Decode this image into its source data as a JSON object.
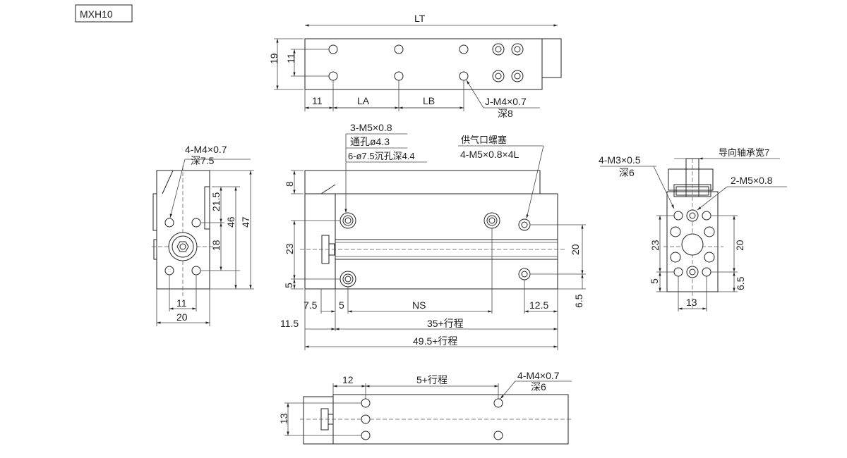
{
  "model": "MXH10",
  "top_view": {
    "lt": "LT",
    "h19": "19",
    "h11": "11",
    "d11": "11",
    "la": "LA",
    "lb": "LB",
    "note1": "J-M4×0.7",
    "note2": "深8"
  },
  "front_view": {
    "c1": "3-M5×0.8",
    "c2": "通孔ø4.3",
    "c3": "6-ø7.5沉孔深4.4",
    "p1": "供气口螺塞",
    "p2": "4-M5×0.8×4L",
    "v8": "8",
    "v23": "23",
    "v5": "5",
    "v20": "20",
    "v65": "6.5",
    "d75": "7.5",
    "d5": "5",
    "ns": "NS",
    "d125": "12.5",
    "d115": "11.5",
    "stroke35": "35+行程",
    "stroke495": "49.5+行程"
  },
  "left_view": {
    "n1": "4-M4×0.7",
    "n2": "深7.5",
    "v215": "21.5",
    "v18": "18",
    "v46": "46",
    "v47": "47",
    "d11": "11",
    "d20": "20"
  },
  "right_view": {
    "n1": "4-M3×0.5",
    "n2": "深6",
    "guide": "导向轴承宽7",
    "n3": "2-M5×0.8",
    "v23": "23",
    "v5": "5",
    "v20": "20",
    "v65": "6.5",
    "d13": "13"
  },
  "bottom_view": {
    "d12": "12",
    "stroke5": "5+行程",
    "n1": "4-M4×0.7",
    "n2": "深6",
    "v13": "13"
  }
}
